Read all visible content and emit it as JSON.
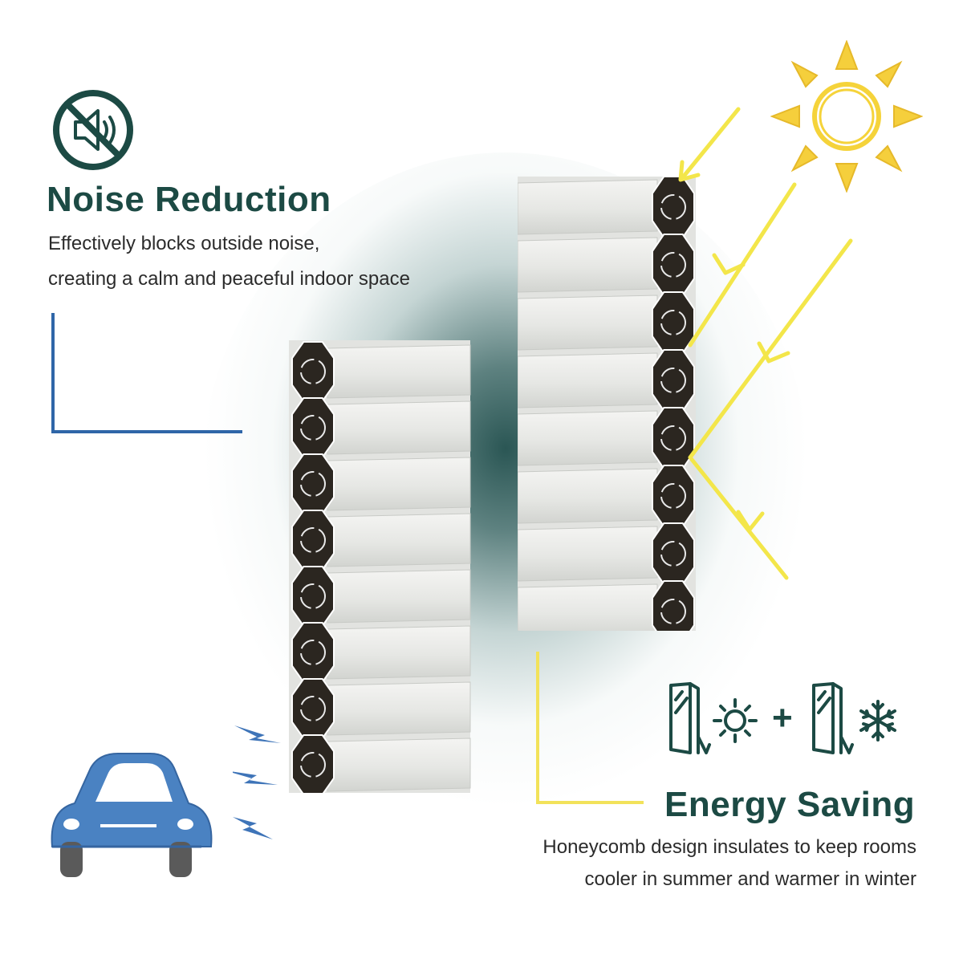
{
  "noise": {
    "title": "Noise Reduction",
    "desc_line1": "Effectively blocks outside noise,",
    "desc_line2": "creating a calm and peaceful indoor space",
    "icon": "muted-speaker-icon"
  },
  "energy": {
    "title": "Energy Saving",
    "desc_line1": "Honeycomb design insulates to keep rooms",
    "desc_line2": "cooler in summer and warmer in winter",
    "plus": "+",
    "icons": [
      "window-sun-icon",
      "window-snowflake-icon"
    ]
  },
  "colors": {
    "title": "#1c4a44",
    "accent_blue": "#2f66a8",
    "accent_yellow": "#f2e25a",
    "glow": "#1f4d4b",
    "sun": "#f5d33a"
  }
}
